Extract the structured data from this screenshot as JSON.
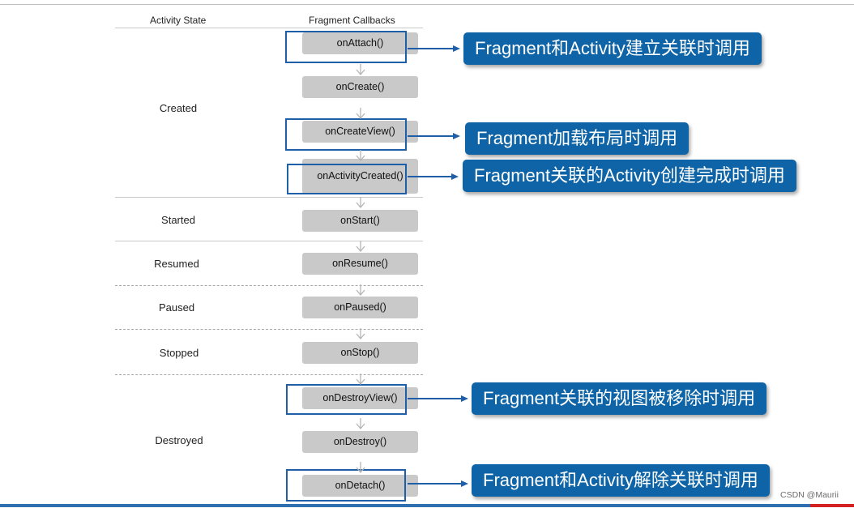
{
  "headers": {
    "activity_state": "Activity State",
    "fragment_callbacks": "Fragment Callbacks"
  },
  "states": [
    "Created",
    "Started",
    "Resumed",
    "Paused",
    "Stopped",
    "Destroyed"
  ],
  "callbacks": [
    "onAttach()",
    "onCreate()",
    "onCreateView()",
    "onActivityCreated()",
    "onStart()",
    "onResume()",
    "onPaused()",
    "onStop()",
    "onDestroyView()",
    "onDestroy()",
    "onDetach()"
  ],
  "notes": [
    "Fragment和Activity建立关联时调用",
    "Fragment加载布局时调用",
    "Fragment关联的Activity创建完成时调用",
    "Fragment关联的视图被移除时调用",
    "Fragment和Activity解除关联时调用"
  ],
  "watermark": "CSDN @Maurii",
  "colors": {
    "note_bg": "#0e64a6",
    "highlight": "#1f5fa8",
    "callback_bg": "#c9c9c9",
    "bottom_blue": "#2f6fb0",
    "bottom_red": "#d42020"
  }
}
